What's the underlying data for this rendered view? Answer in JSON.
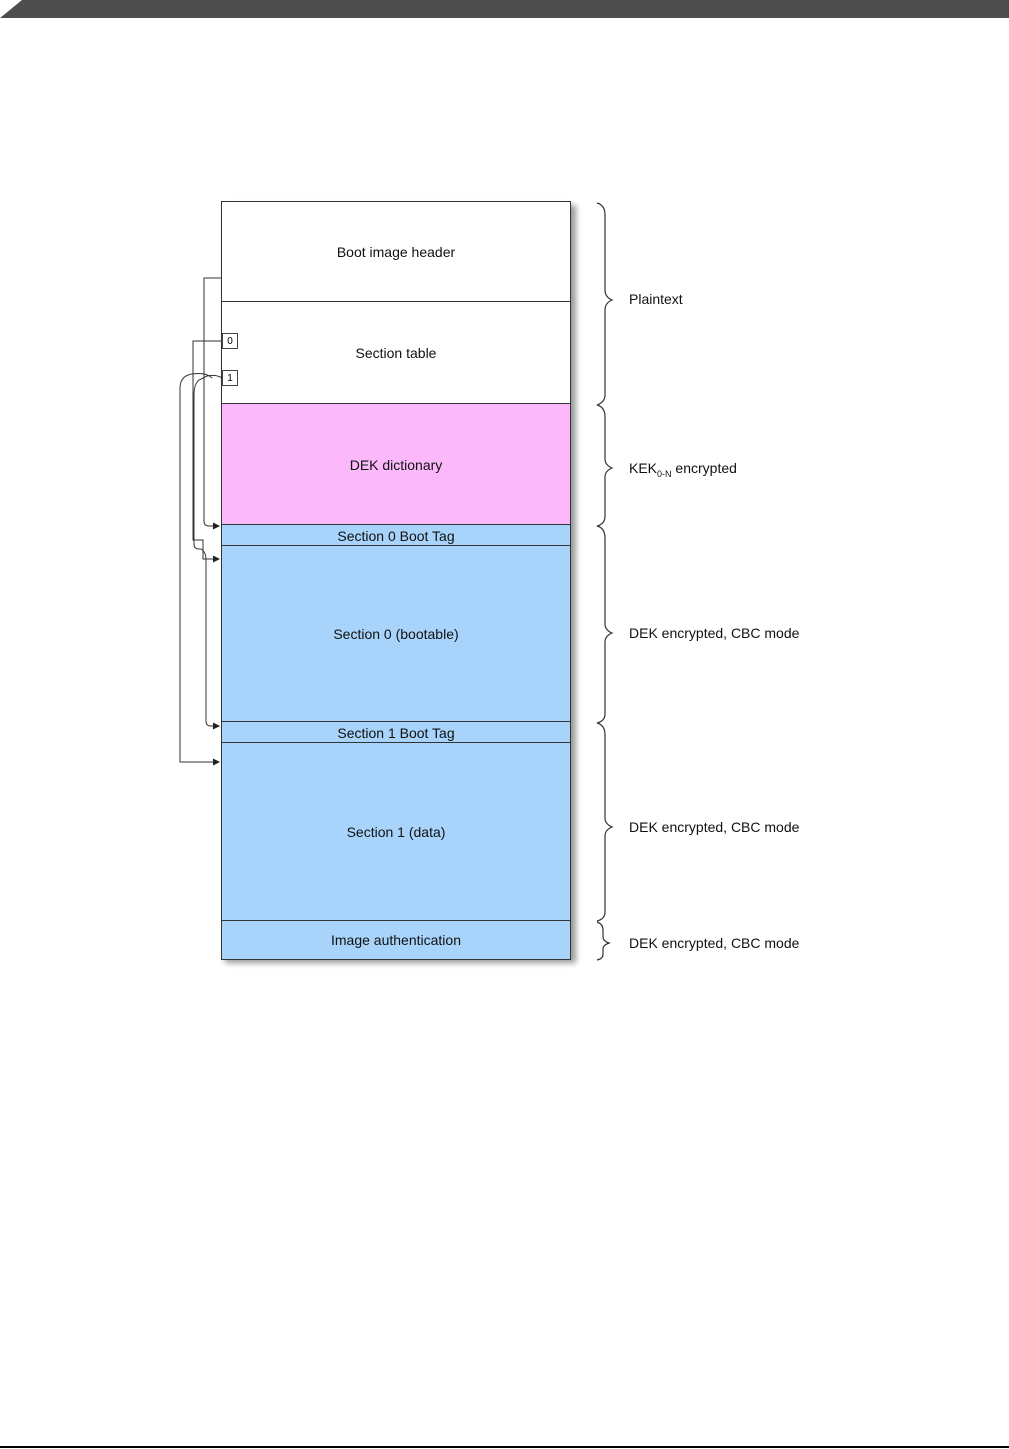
{
  "blocks": {
    "boot_header": "Boot image header",
    "section_table": "Section table",
    "dek_dictionary": "DEK dictionary",
    "section0_tag": "Section 0 Boot Tag",
    "section0": "Section 0 (bootable)",
    "section1_tag": "Section 1 Boot Tag",
    "section1": "Section 1 (data)",
    "image_auth": "Image authentication"
  },
  "section_table_entries": [
    "0",
    "1"
  ],
  "annotations": {
    "plaintext": "Plaintext",
    "kek_prefix": "KEK",
    "kek_sub": "0-N",
    "kek_suffix": " encrypted",
    "dek_section0": "DEK encrypted, CBC mode",
    "dek_section1": "DEK encrypted, CBC mode",
    "dek_image_auth": "DEK encrypted, CBC mode"
  },
  "colors": {
    "plain": "#ffffff",
    "kek": "#fbb8fb",
    "dek": "#a8d4fb",
    "header_bar": "#4d4d4d"
  }
}
